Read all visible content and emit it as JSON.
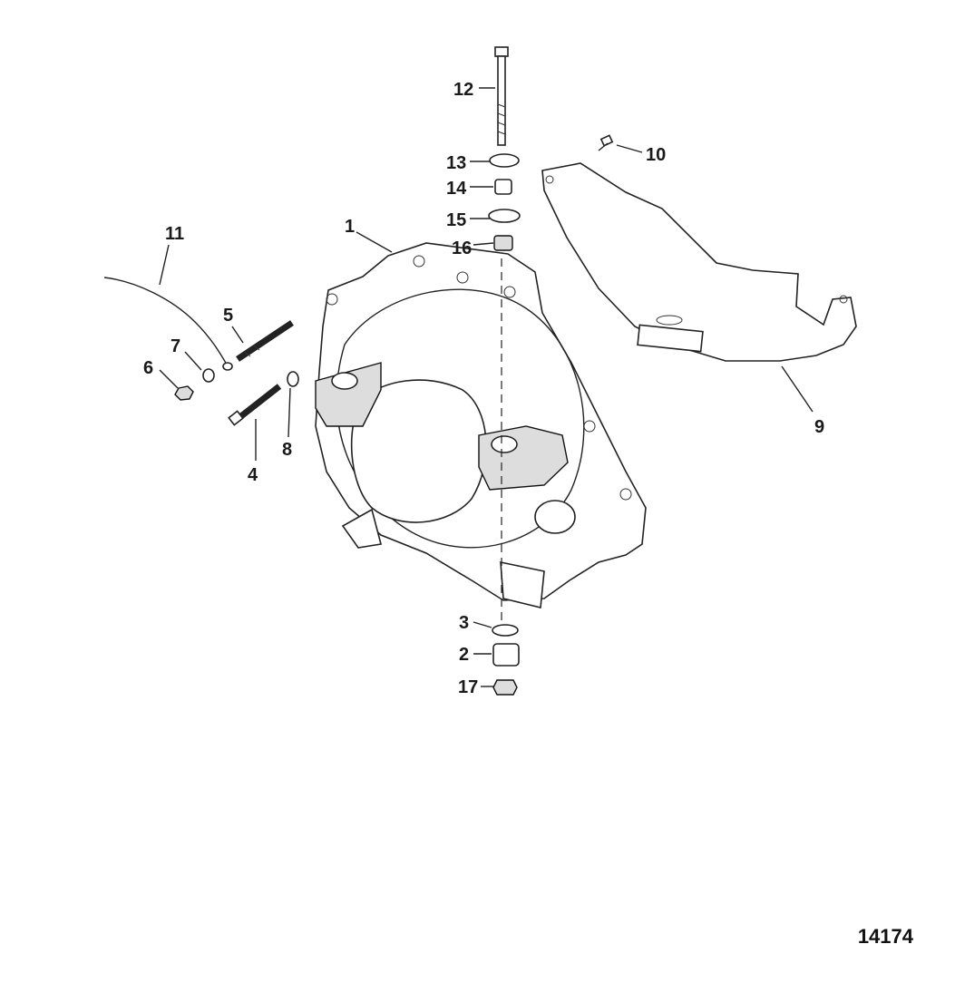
{
  "callouts": {
    "c1": "1",
    "c2": "2",
    "c3": "3",
    "c4": "4",
    "c5": "5",
    "c6": "6",
    "c7": "7",
    "c8": "8",
    "c9": "9",
    "c10": "10",
    "c11": "11",
    "c12": "12",
    "c13": "13",
    "c14": "14",
    "c15": "15",
    "c16": "16",
    "c17": "17"
  },
  "figure_number": "14174"
}
